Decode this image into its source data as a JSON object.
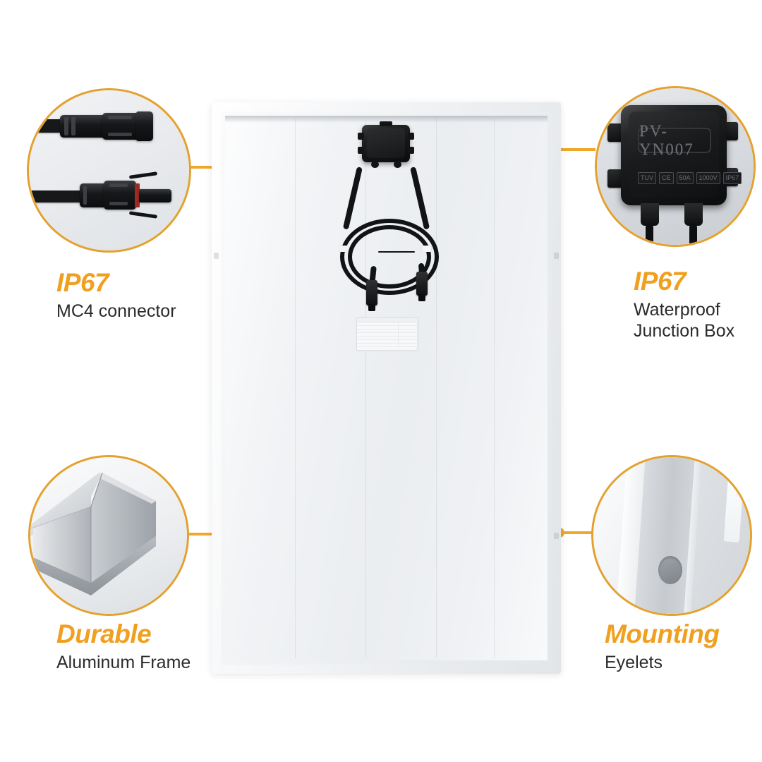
{
  "page": {
    "background_color": "#ffffff",
    "accent_color": "#F0A020",
    "line_color": "#F0A72A",
    "body_text_color": "#2b2b2b",
    "product": "solar-panel-back-view-feature-infographic"
  },
  "callouts": [
    {
      "id": "mc4-connector",
      "position": "top-left",
      "title": "IP67",
      "subtitle": "MC4 connector",
      "image_name": "mc4-connector-photo",
      "image_alt": "Pair of black MC4 solar cable connectors, male and female"
    },
    {
      "id": "junction-box",
      "position": "top-right",
      "title": "IP67",
      "subtitle_line1": "Waterproof",
      "subtitle_line2": "Junction Box",
      "image_name": "junction-box-photo",
      "image_alt": "Black waterproof junction box with two cable glands",
      "box_marking": "PV-YN007",
      "cert_marks": [
        "TUV",
        "CE",
        "50A",
        "1000V",
        "IP67"
      ]
    },
    {
      "id": "aluminum-frame",
      "position": "bottom-left",
      "title": "Durable",
      "subtitle": "Aluminum Frame",
      "image_name": "aluminum-frame-corner-photo",
      "image_alt": "Close-up of anodized aluminum frame corner of solar panel"
    },
    {
      "id": "mounting-eyelets",
      "position": "bottom-right",
      "title": "Mounting",
      "subtitle": "Eyelets",
      "image_name": "mounting-eyelet-photo",
      "image_alt": "Close-up of mounting eyelet hole in the panel frame rail"
    }
  ],
  "panel": {
    "name": "solar-panel-rear",
    "frame_material": "aluminum",
    "junction_box_name": "panel-junction-box",
    "cable_count": 2,
    "connector_count": 2,
    "spec_label_name": "panel-spec-label",
    "spec_label_text": ""
  }
}
